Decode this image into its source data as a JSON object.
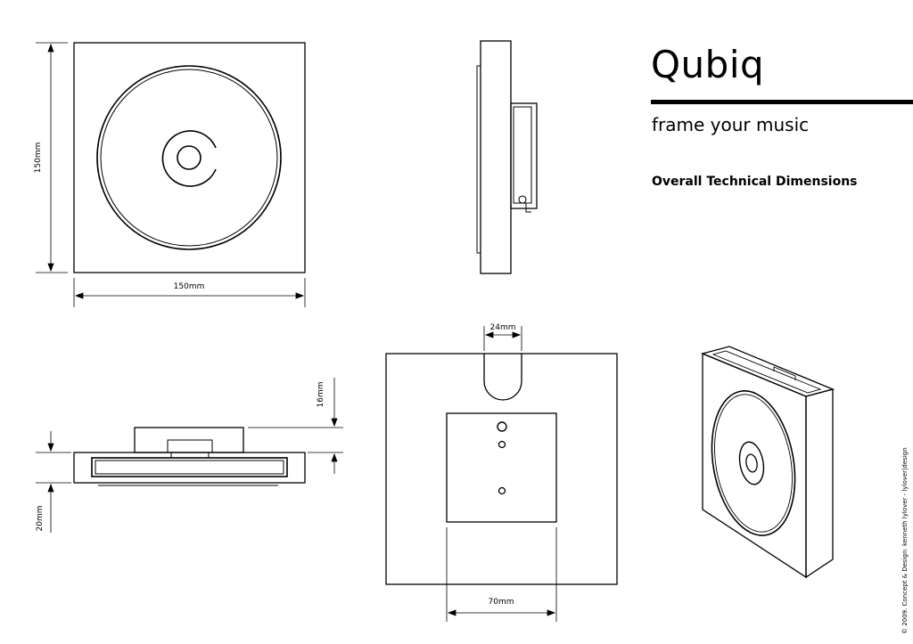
{
  "brand": {
    "name": "Qubiq",
    "tagline": "frame your music",
    "heading": "Overall Technical Dimensions"
  },
  "dimensions": {
    "front_height": "150mm",
    "front_width": "150mm",
    "slot_width": "24mm",
    "bracket_height": "16mm",
    "frame_depth": "20mm",
    "bracket_width": "70mm"
  },
  "footer": {
    "copyright": "© 2009. Concept & Design: kenneth lylover - lylover|design"
  }
}
